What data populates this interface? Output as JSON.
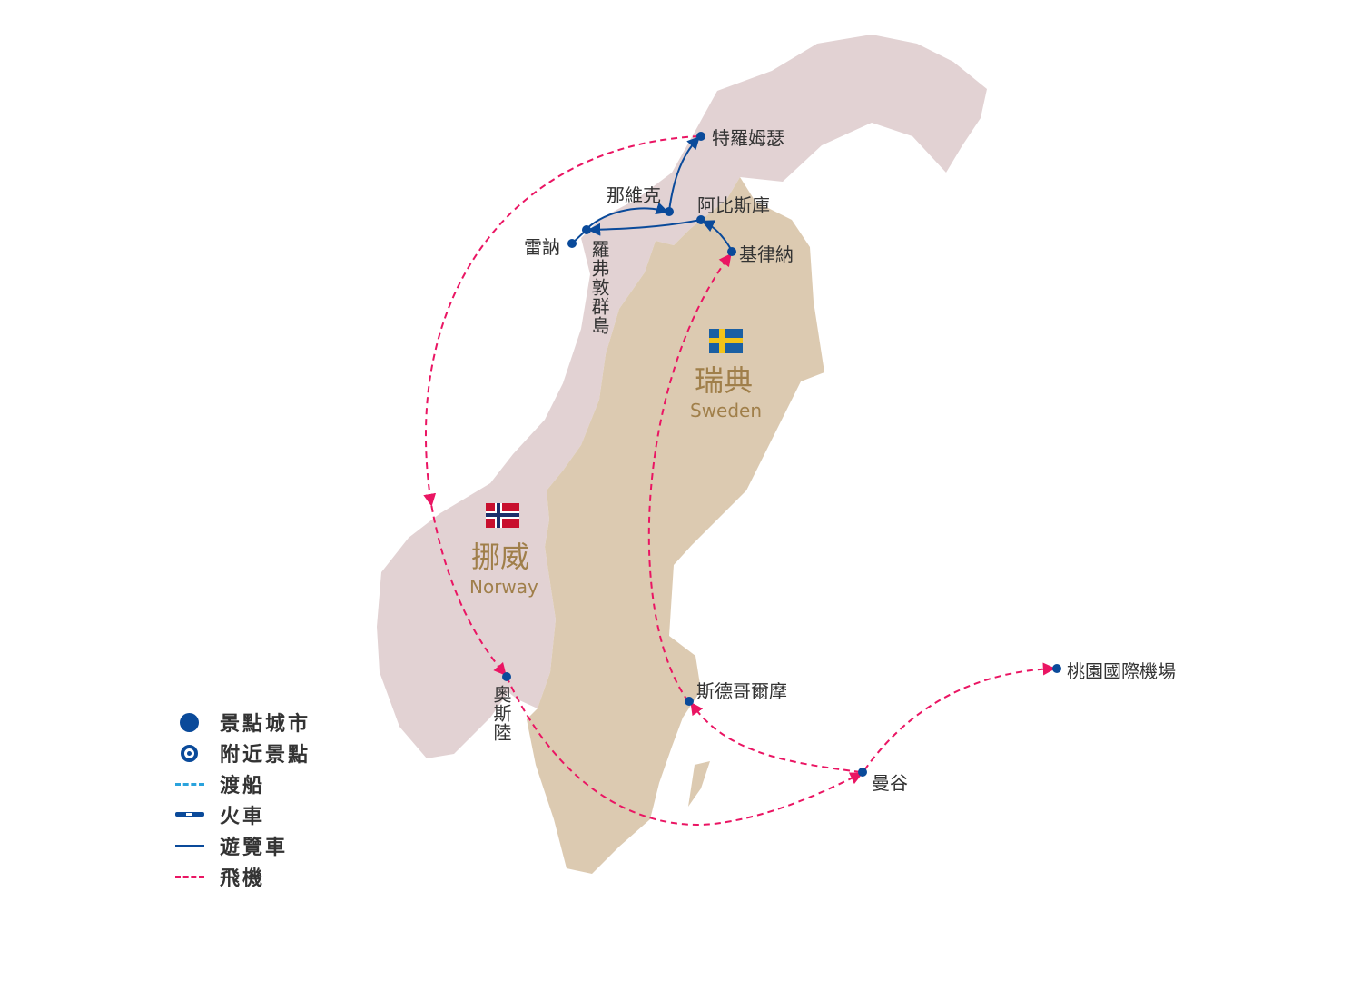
{
  "colors": {
    "norway_land": "#e2d2d3",
    "sweden_land": "#dccab1",
    "route_blue": "#0a4a9a",
    "flight_pink": "#ea1563",
    "ferry_cyan": "#2aa3dd",
    "label_brown": "#a07f4a"
  },
  "countries": {
    "norway": {
      "zh": "挪威",
      "en": "Norway"
    },
    "sweden": {
      "zh": "瑞典",
      "en": "Sweden"
    }
  },
  "places": {
    "tromso": "特羅姆瑟",
    "narvik": "那維克",
    "abisko": "阿比斯庫",
    "reine": "雷訥",
    "lofoten": "羅弗敦群島",
    "kiruna": "基律納",
    "oslo": "奧斯陸",
    "stockholm": "斯德哥爾摩",
    "bangkok": "曼谷",
    "taoyuan": "桃園國際機場"
  },
  "legend": [
    {
      "icon": "filled-dot-icon",
      "label": "景點城市"
    },
    {
      "icon": "ring-dot-icon",
      "label": "附近景點"
    },
    {
      "icon": "ferry-line-icon",
      "label": "渡船"
    },
    {
      "icon": "train-line-icon",
      "label": "火車"
    },
    {
      "icon": "bus-line-icon",
      "label": "遊覽車"
    },
    {
      "icon": "flight-line-icon",
      "label": "飛機"
    }
  ]
}
